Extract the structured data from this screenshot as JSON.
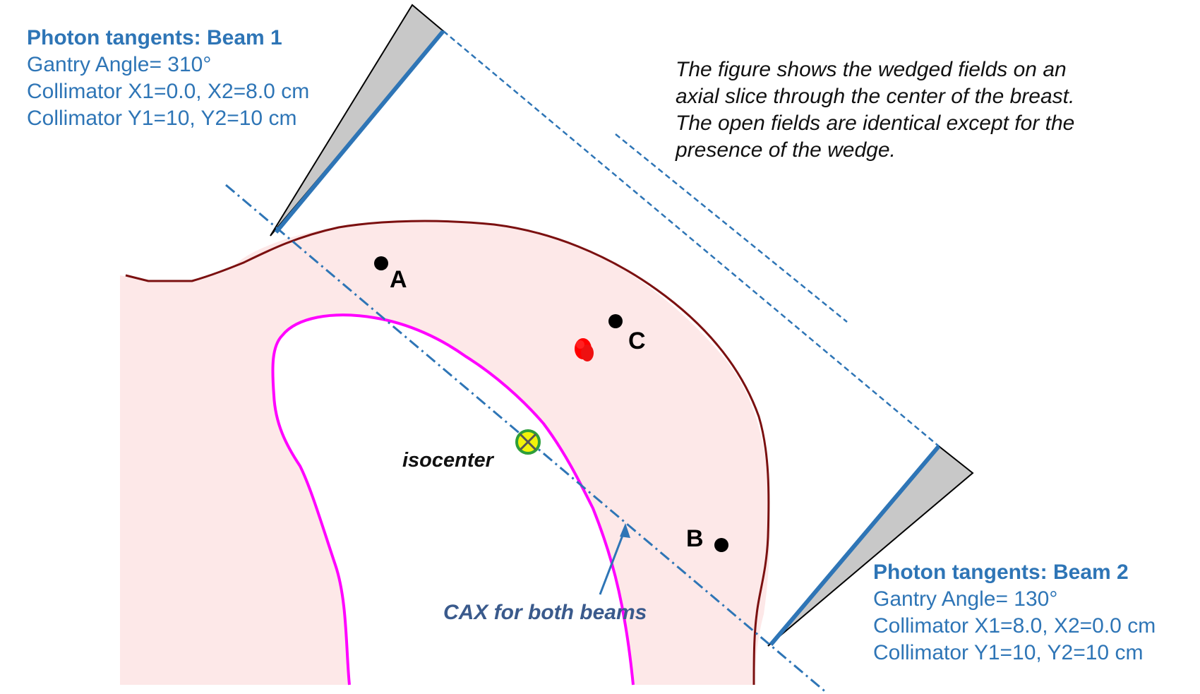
{
  "beam1": {
    "title": "Photon tangents:  Beam 1",
    "gantry": "Gantry Angle= 310°",
    "collimator_x": "Collimator X1=0.0, X2=8.0 cm",
    "collimator_y": "Collimator Y1=10, Y2=10 cm"
  },
  "beam2": {
    "title": "Photon tangents:  Beam 2",
    "gantry": "Gantry Angle= 130°",
    "collimator_x": "Collimator X1=8.0, X2=0.0 cm",
    "collimator_y": "Collimator Y1=10, Y2=10 cm"
  },
  "caption": {
    "line1": "The figure shows the wedged fields on an",
    "line2": "axial slice through the center of the breast.",
    "line3": "The open fields are identical except for the",
    "line4": "presence of the wedge."
  },
  "points": {
    "a": "A",
    "b": "B",
    "c": "C"
  },
  "isocenter_label": "isocenter",
  "cax_label": "CAX for both beams",
  "colors": {
    "blue": "#2e75b6",
    "dark_blue_label": "#3a5a8c",
    "breast_fill": "#fde8e8",
    "skin_outline": "#7b1010",
    "lung_outline": "#ff00ff",
    "wedge_fill": "#c8c8c8",
    "marker_red": "#ff0000",
    "iso_green": "#2e9e3a",
    "iso_yellow": "#f2f20a"
  }
}
